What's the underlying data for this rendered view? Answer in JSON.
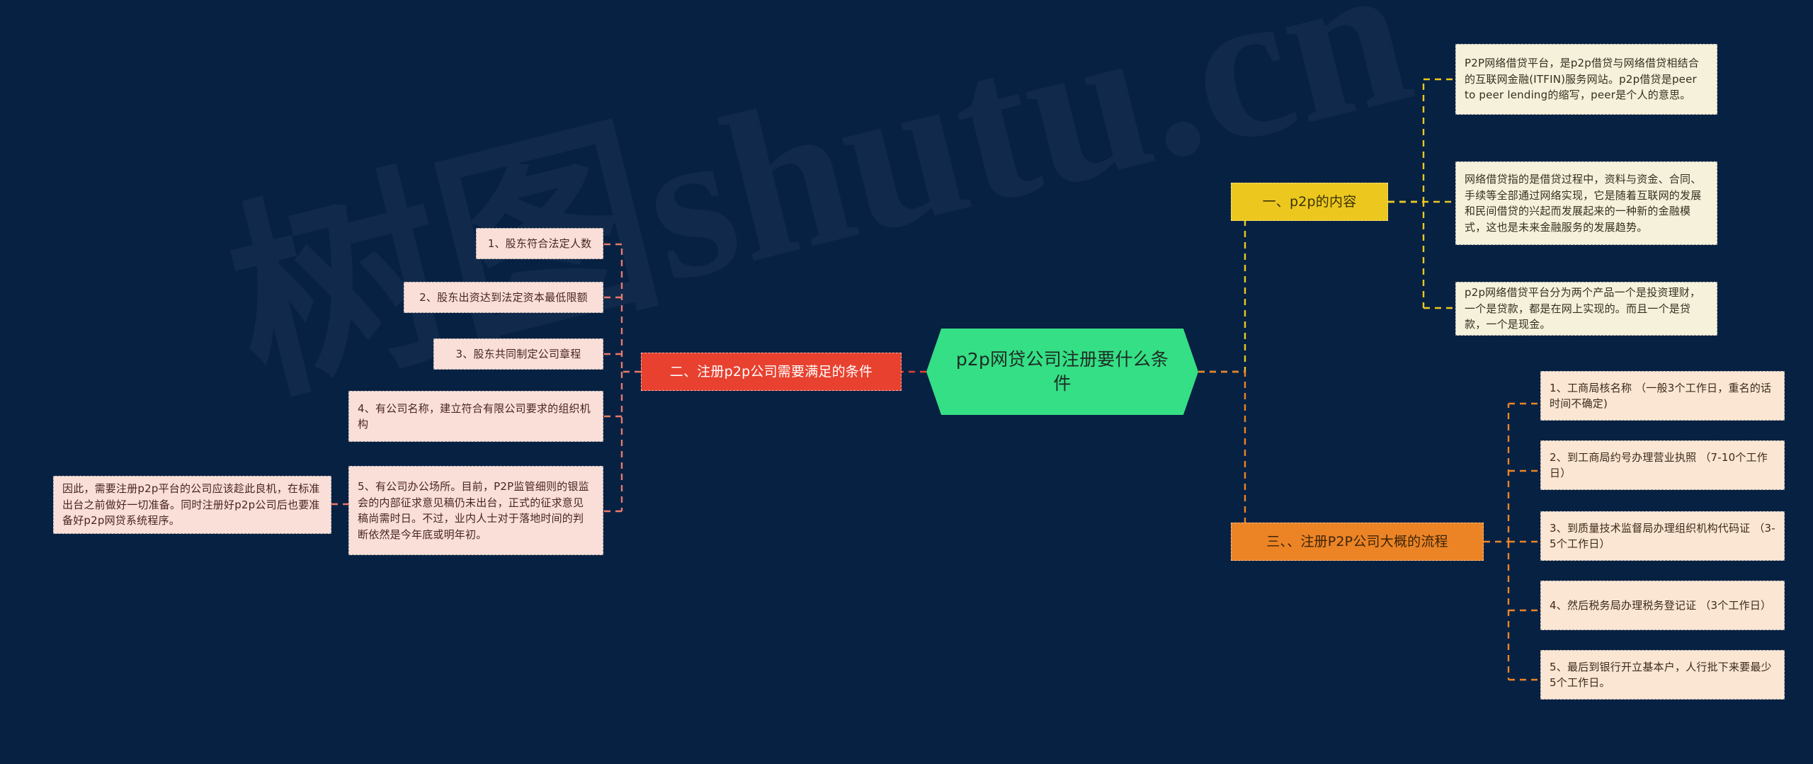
{
  "canvas": {
    "background_color": "#072143",
    "watermark_text": "树图shutu.cn"
  },
  "root": {
    "label": "p2p网贷公司注册要什么条件",
    "color": "#35df85"
  },
  "branches": [
    {
      "id": "content",
      "label": "一、p2p的内容",
      "color": "#ecc81f",
      "side": "right",
      "children": [
        {
          "label": "P2P网络借贷平台，是p2p借贷与网络借贷相结合的互联网金融(ITFIN)服务网站。p2p借贷是peer to peer lending的缩写，peer是个人的意思。"
        },
        {
          "label": "网络借贷指的是借贷过程中，资料与资金、合同、手续等全部通过网络实现，它是随着互联网的发展和民间借贷的兴起而发展起来的一种新的金融模式，这也是未来金融服务的发展趋势。"
        },
        {
          "label": "p2p网络借贷平台分为两个产品一个是投资理财，一个是贷款，都是在网上实现的。而且一个是贷款，一个是现金。"
        }
      ]
    },
    {
      "id": "conditions",
      "label": "二、注册p2p公司需要满足的条件",
      "color": "#e8412f",
      "side": "left",
      "children": [
        {
          "label": "1、股东符合法定人数"
        },
        {
          "label": "2、股东出资达到法定资本最低限额"
        },
        {
          "label": "3、股东共同制定公司章程"
        },
        {
          "label": "4、有公司名称，建立符合有限公司要求的组织机构"
        },
        {
          "label": "5、有公司办公场所。目前，P2P监管细则的银监会的内部征求意见稿仍未出台，正式的征求意见稿尚需时日。不过，业内人士对于落地时间的判断依然是今年底或明年初。"
        }
      ]
    },
    {
      "id": "process",
      "label": "三、、注册P2P公司大概的流程",
      "color": "#ec8426",
      "side": "right",
      "children": [
        {
          "label": "1、工商局核名称 （一般3个工作日，重名的话时间不确定)"
        },
        {
          "label": "2、到工商局约号办理营业执照 （7-10个工作日）"
        },
        {
          "label": "3、到质量技术监督局办理组织机构代码证 （3-5个工作日）"
        },
        {
          "label": "4、然后税务局办理税务登记证 （3个工作日）"
        },
        {
          "label": "5、最后到银行开立基本户，人行批下来要最少5个工作日。"
        }
      ]
    }
  ],
  "notes": [
    {
      "label": "因此，需要注册p2p平台的公司应该趁此良机，在标准出台之前做好一切准备。同时注册好p2p公司后也要准备好p2p网贷系统程序。"
    }
  ]
}
